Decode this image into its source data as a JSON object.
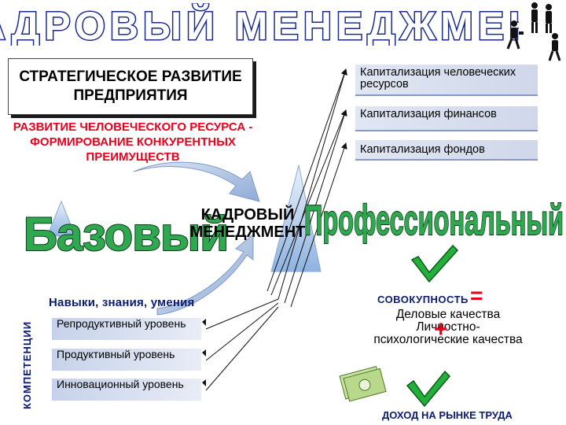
{
  "title": "КАДРОВЫЙ МЕНЕДЖМЕНТ",
  "strategy_box": "СТРАТЕГИЧЕСКОЕ РАЗВИТИЕ ПРЕДПРИЯТИЯ",
  "development_text": "РАЗВИТИЕ ЧЕЛОВЕЧЕСКОГО РЕСУРСА - ФОРМИРОВАНИЕ КОНКУРЕНТНЫХ ПРЕИМУЩЕСТВ",
  "capitalization": [
    "Капитализация человеческих ресурсов",
    "Капитализация финансов",
    "Капитализация фондов"
  ],
  "base_label": "Базовый",
  "professional_label": "Профессиональный",
  "center_label": "КАДРОВЫЙ МЕНЕДЖМЕНТ",
  "competence_label": "КОМПЕТЕНЦИИ",
  "skills_label": "Навыки, знания, умения",
  "levels": [
    "Репродуктивный уровень",
    "Продуктивный уровень",
    "Инновационный уровень"
  ],
  "totality_label": "СОВОКУПНОСТЬ",
  "equals": "=",
  "plus": "+",
  "qualities": "Деловые качества Личностно-психологические качества",
  "income_label": "ДОХОД НА РЫНКЕ ТРУДА",
  "colors": {
    "title_fill": "#ffffff",
    "title_stroke": "#1a2a8a",
    "accent_red": "#e8001c",
    "word_green": "#2fa84f",
    "check_green": "#22b03a",
    "arrow_blue": "#a9c0e6",
    "label_navy": "#0b1b73"
  },
  "icons": [
    "people-icon",
    "check-icon",
    "money-icon"
  ]
}
